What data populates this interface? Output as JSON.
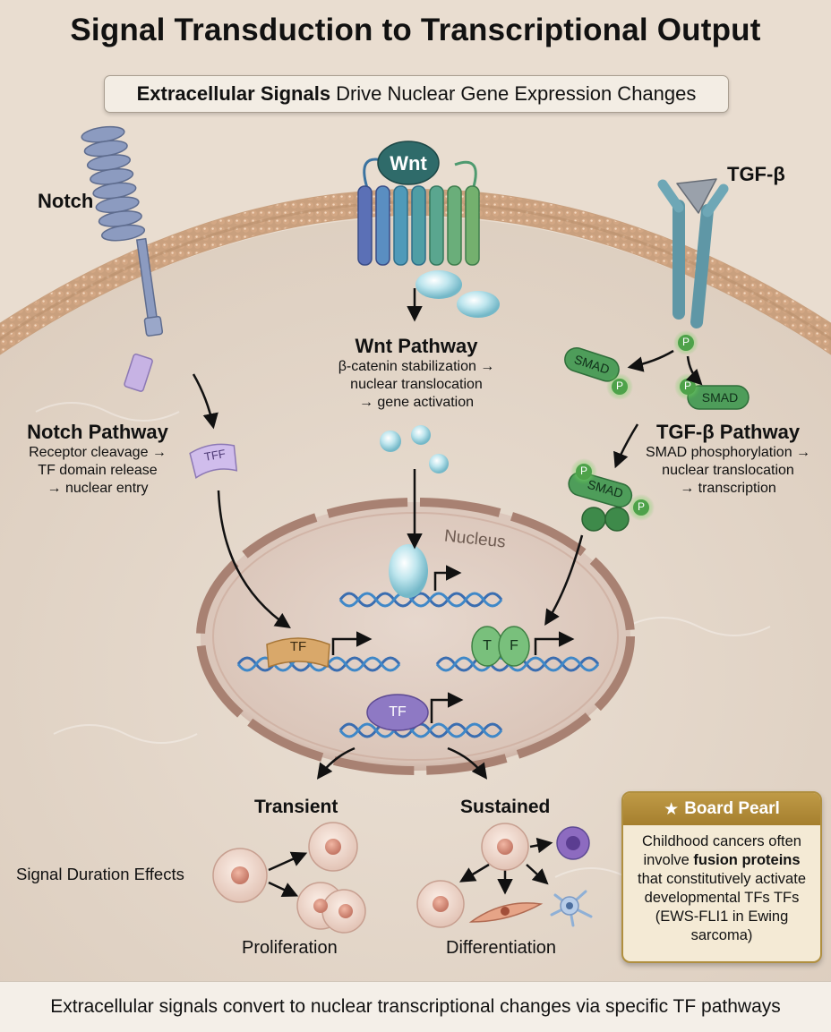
{
  "title": "Signal Transduction to Transcriptional Output",
  "subtitle": {
    "bold": "Extracellular Signals",
    "rest": "Drive Nuclear Gene Expression Changes"
  },
  "receptors": {
    "notch_label": "Notch",
    "wnt_ligand": "Wnt",
    "tgf_label": "TGF-β"
  },
  "notch_pathway": {
    "title": "Notch Pathway",
    "lines": [
      "Receptor cleavage →",
      "TF domain release",
      "→ nuclear entry"
    ],
    "fragment_label": "TFF"
  },
  "wnt_pathway": {
    "title": "Wnt Pathway",
    "lines": [
      "β-catenin stabilization →",
      "nuclear translocation",
      "→ gene activation"
    ]
  },
  "tgf_pathway": {
    "title": "TGF-β Pathway",
    "lines": [
      "SMAD phosphorylation →",
      "nuclear translocation",
      "→ transcription"
    ],
    "smad_label": "SMAD",
    "phospho_label": "P"
  },
  "nucleus": {
    "label": "Nucleus",
    "tf_left": "TF",
    "tf_right_a": "T",
    "tf_right_b": "F",
    "tf_bottom": "TF"
  },
  "outcomes": {
    "transient": "Transient",
    "sustained": "Sustained",
    "duration_label": "Signal Duration Effects",
    "proliferation": "Proliferation",
    "differentiation": "Differentiation"
  },
  "board_pearl": {
    "header": "Board Pearl",
    "text_pre": "Childhood cancers often involve ",
    "text_bold": "fusion proteins",
    "text_post": " that constitutively activate developmental TFs TFs (EWS-FLI1 in Ewing sarcoma)"
  },
  "footer": "Extracellular signals convert to nuclear transcriptional changes via specific TF pathways",
  "colors": {
    "background": "#e9ddd0",
    "membrane": "#c9a07e",
    "notch": "#7f8fb2",
    "wnt_ligand": "#2f6b6a",
    "tgf": "#5f97a6",
    "smad": "#4e9d5a",
    "phospho_glow": "#7cf26a",
    "tf_tan": "#d9a86a",
    "tf_purple": "#8e79c4",
    "board_gold": "#b08f3f"
  }
}
